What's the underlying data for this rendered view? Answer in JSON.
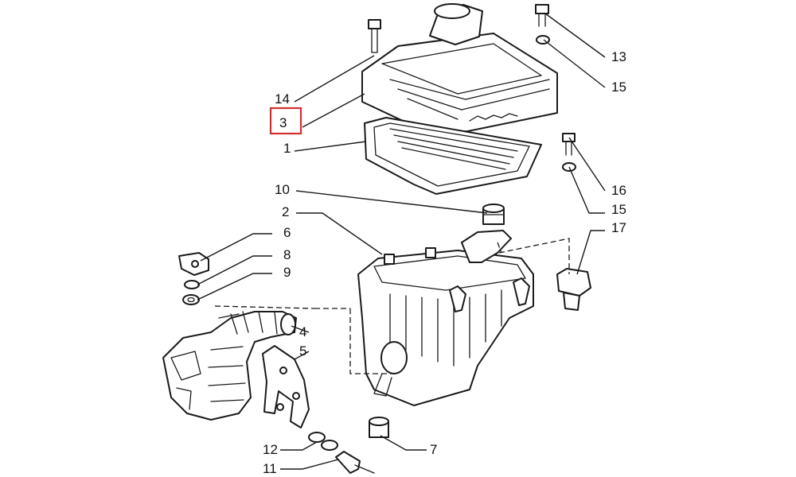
{
  "callouts": {
    "c1": "1",
    "c2": "2",
    "c3": "3",
    "c4": "4",
    "c5": "5",
    "c6": "6",
    "c7": "7",
    "c8": "8",
    "c9": "9",
    "c10": "10",
    "c11": "11",
    "c12": "12",
    "c13": "13",
    "c14": "14",
    "c15a": "15",
    "c15b": "15",
    "c16": "16",
    "c17": "17"
  },
  "highlight": {
    "callout": "3",
    "color": "#d32f2f"
  },
  "colors": {
    "line": "#1a1a1a",
    "background": "#ffffff"
  }
}
